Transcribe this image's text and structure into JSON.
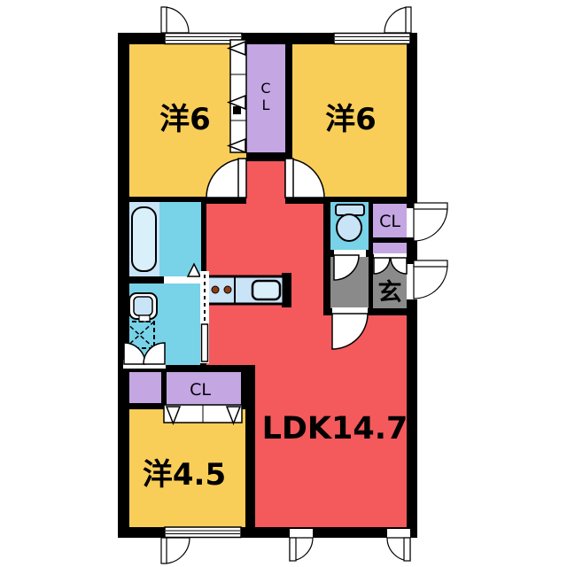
{
  "plan": {
    "rooms": {
      "bedroom_top_left": "洋6",
      "bedroom_top_right": "洋6",
      "bedroom_bottom_left": "洋4.5",
      "living": "LDK14.7",
      "closet_top_line1": "C",
      "closet_top_line2": "L",
      "closet_right": "CL",
      "closet_bottom": "CL",
      "entrance": "玄"
    },
    "colors": {
      "wall": "#000000",
      "bedroom": "#F9CE58",
      "living": "#F4595C",
      "closet": "#C4A6E3",
      "wet_area": "#78D2E8",
      "fixture": "#C9E3F7",
      "fixture_light": "#D9EFFA",
      "entrance_floor": "#8A8A8A",
      "burner": "#8C3D12",
      "outside": "#FFFFFF"
    }
  }
}
